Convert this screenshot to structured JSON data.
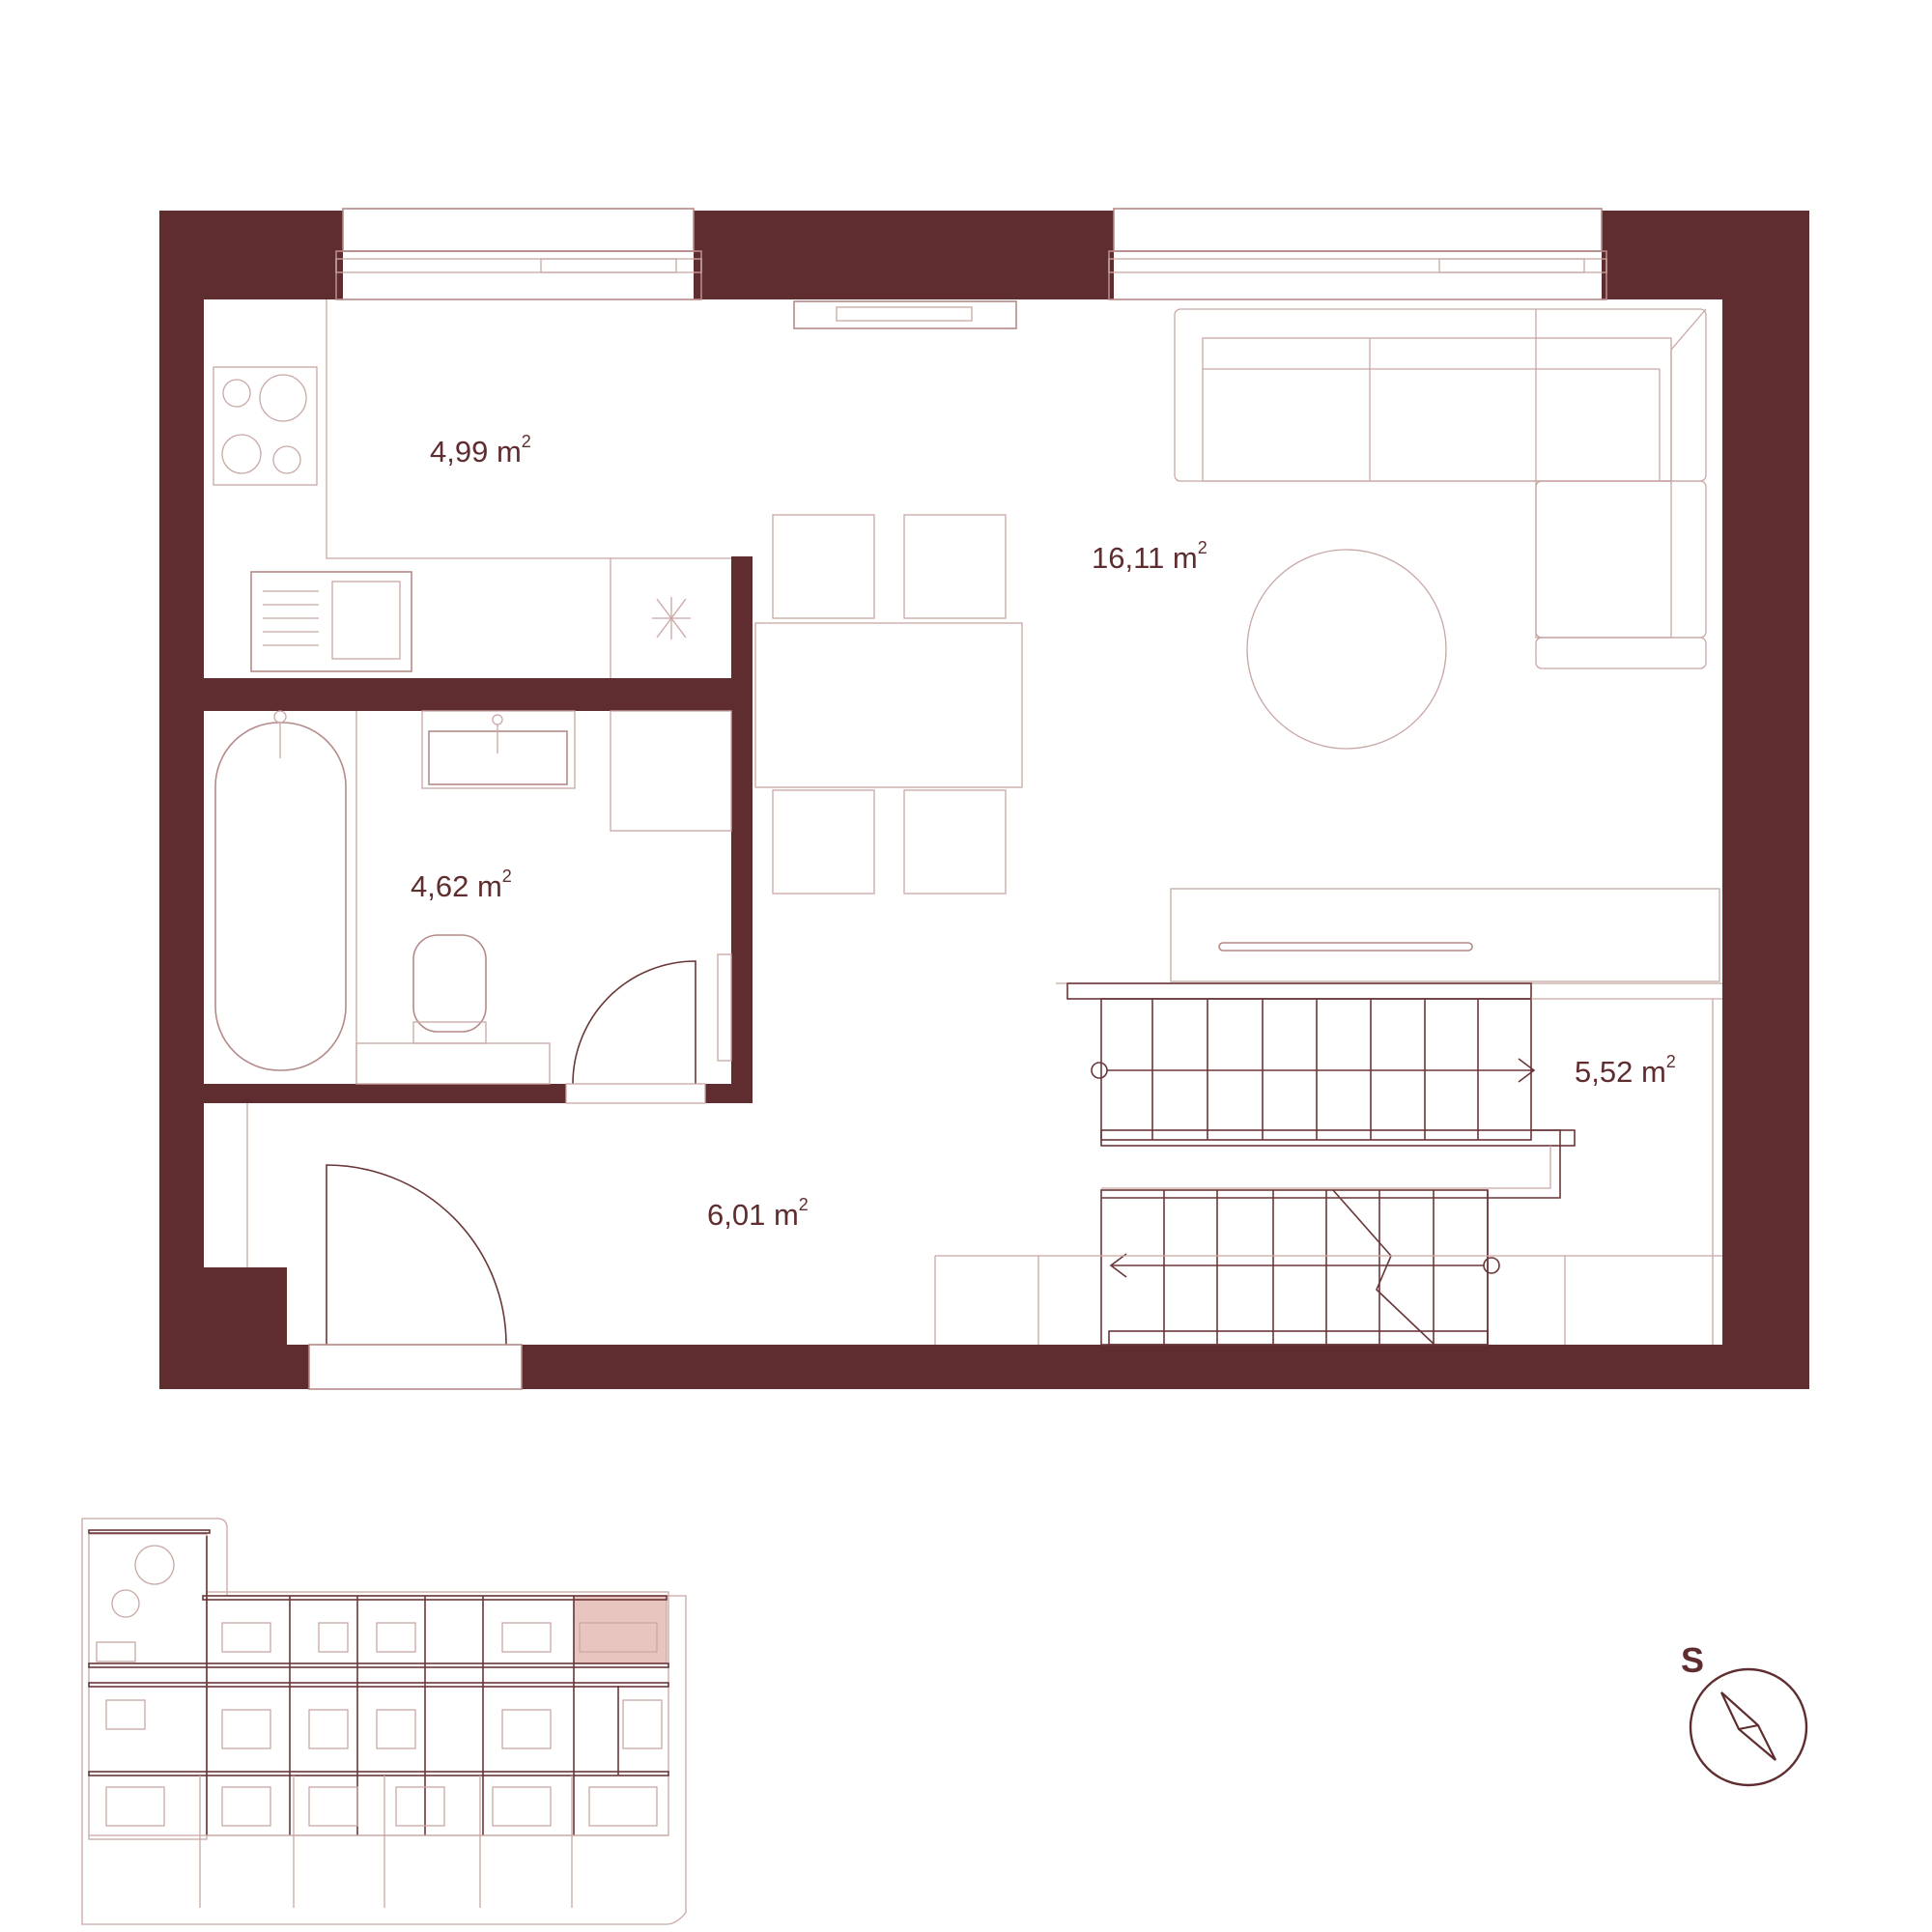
{
  "rooms": [
    {
      "id": "kitchen",
      "area": "4,99",
      "unit": "m",
      "exp": "2"
    },
    {
      "id": "living",
      "area": "16,11",
      "unit": "m",
      "exp": "2"
    },
    {
      "id": "bathroom",
      "area": "4,62",
      "unit": "m",
      "exp": "2"
    },
    {
      "id": "hall",
      "area": "6,01",
      "unit": "m",
      "exp": "2"
    },
    {
      "id": "stairs",
      "area": "5,52",
      "unit": "m",
      "exp": "2"
    }
  ],
  "compass": {
    "letter": "S"
  },
  "colors": {
    "wall": "#5f2d2f",
    "line": "#c9a7a5",
    "highlight": "#e8c6bf"
  }
}
